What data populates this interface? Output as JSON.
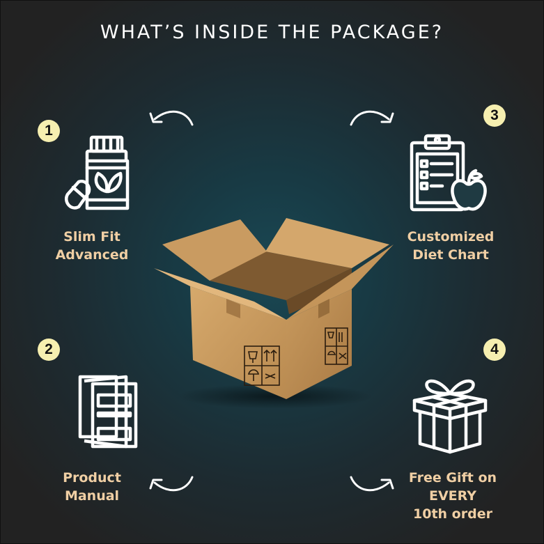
{
  "title": "WHAT’S INSIDE THE PACKAGE?",
  "items": [
    {
      "number": "1",
      "line1": "Slim Fit",
      "line2": "Advanced",
      "icon": "supplement-bottle-icon"
    },
    {
      "number": "2",
      "line1": "Product",
      "line2": "Manual",
      "icon": "manual-booklet-icon"
    },
    {
      "number": "3",
      "line1": "Customized",
      "line2": "Diet Chart",
      "icon": "clipboard-apple-icon"
    },
    {
      "number": "4",
      "line1": "Free Gift on",
      "line2": "EVERY",
      "line3": "10th order",
      "icon": "gift-box-icon"
    }
  ],
  "colors": {
    "badge": "#f6efb0",
    "label": "#f0cfa4",
    "box": "#c99a5e"
  }
}
